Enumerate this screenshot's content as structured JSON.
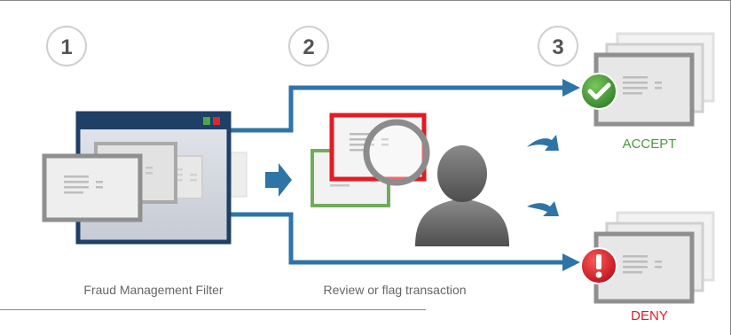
{
  "steps": [
    {
      "number": "1",
      "caption": "Fraud Management Filter"
    },
    {
      "number": "2",
      "caption": "Review or flag transaction"
    },
    {
      "number": "3",
      "caption": ""
    }
  ],
  "outcomes": {
    "accept": {
      "label": "ACCEPT",
      "color": "#4a9a3a",
      "icon": "check-icon"
    },
    "deny": {
      "label": "DENY",
      "color": "#e31b23",
      "icon": "exclamation-icon"
    }
  },
  "colors": {
    "arrow": "#2f74a7",
    "step_circle_border": "#cfcfcf",
    "step_number": "#555555",
    "caption": "#666666",
    "window_frame": "#1f3f66",
    "flagged_doc": "#e31b23",
    "cleared_doc": "#72ab5c",
    "person": "#6d6d6d"
  }
}
